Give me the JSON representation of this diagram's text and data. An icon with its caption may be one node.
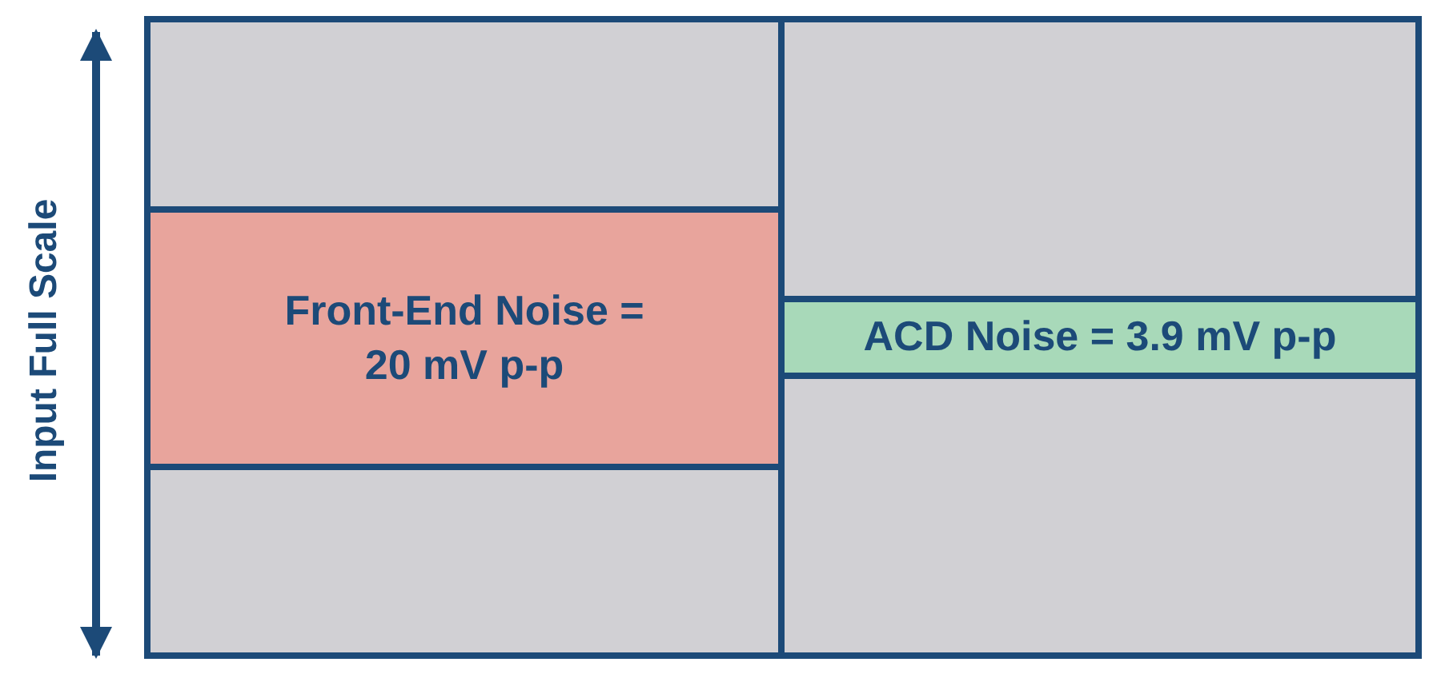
{
  "diagram": {
    "nodes": [
      {
        "text": [],
        "shape": "box"
      },
      {
        "text": [
          "Front-End Noise = 20 mV p-p"
        ]
      },
      {
        "text": [],
        "shape": "box"
      },
      {
        "text": [],
        "shape": "box"
      },
      {
        "text": [
          "ACD Noise = 3.9 mV p-p"
        ]
      },
      {
        "text": [],
        "shape": "box"
      }
    ],
    "edges": [],
    "labels": [
      "Input Full Scale"
    ]
  }
}
